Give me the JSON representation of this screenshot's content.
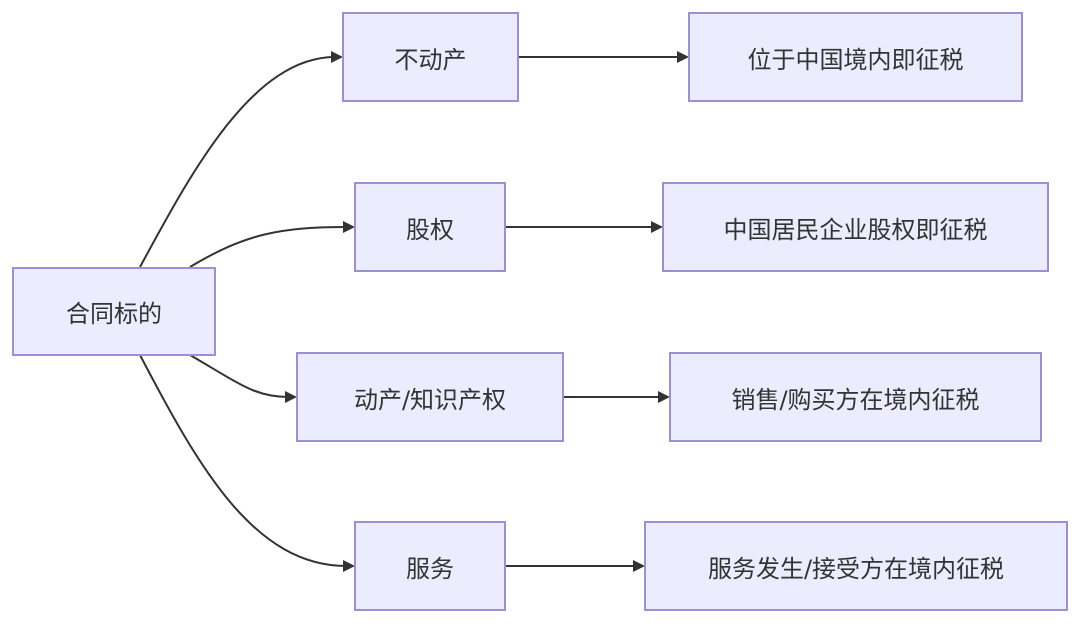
{
  "diagram": {
    "root": {
      "label": "合同标的"
    },
    "categories": [
      {
        "label": "不动产",
        "rule": "位于中国境内即征税"
      },
      {
        "label": "股权",
        "rule": "中国居民企业股权即征税"
      },
      {
        "label": "动产/知识产权",
        "rule": "销售/购买方在境内征税"
      },
      {
        "label": "服务",
        "rule": "服务发生/接受方在境内征税"
      }
    ]
  },
  "colors": {
    "node_fill": "#ececff",
    "node_border": "#9b8fd6",
    "edge": "#333333",
    "text": "#333333"
  }
}
